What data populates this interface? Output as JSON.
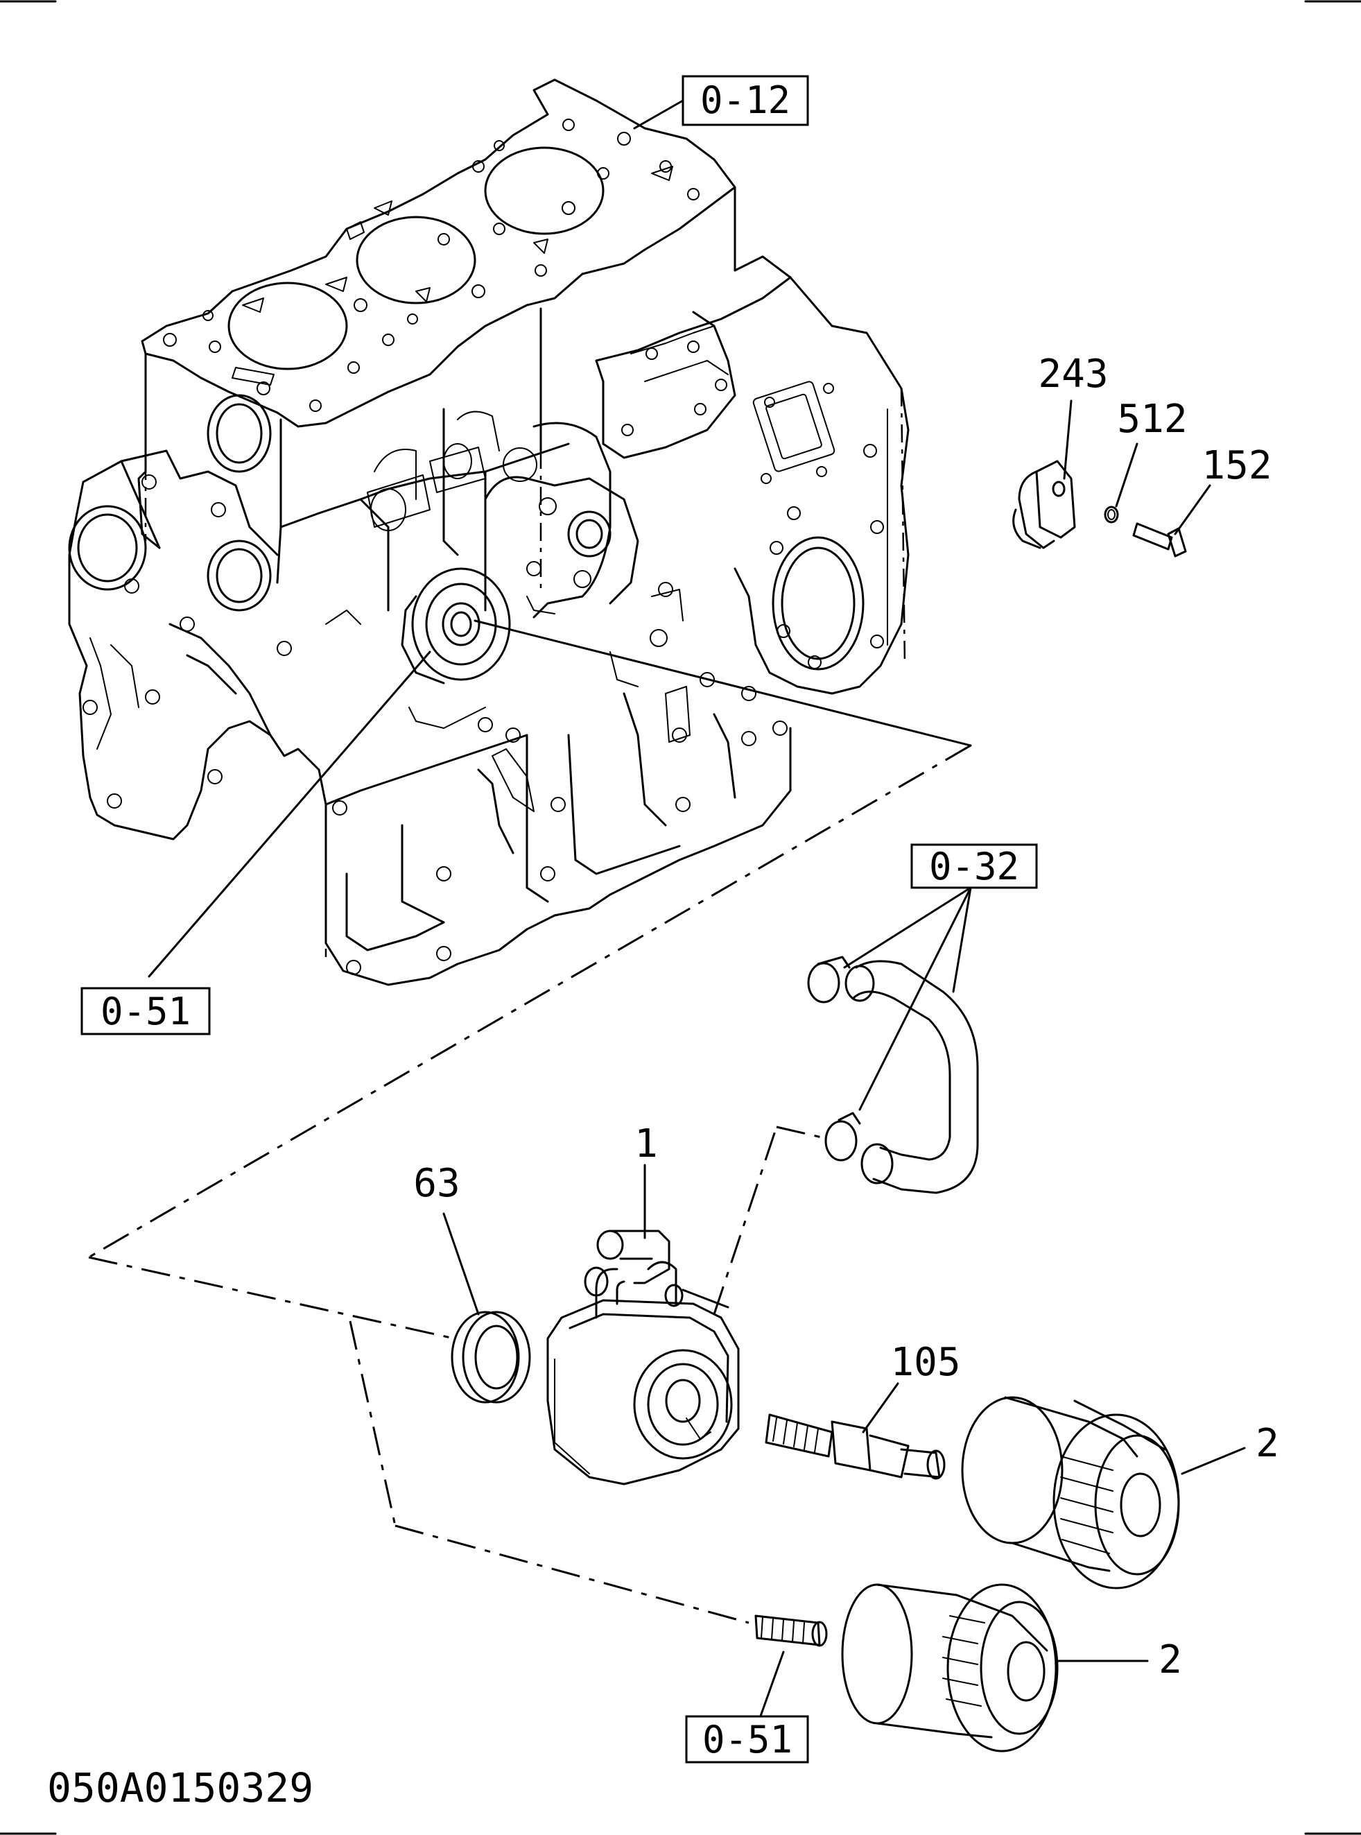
{
  "diagram": {
    "drawing_number": "050A0150329",
    "reference_boxes": {
      "cylinder_head_ref": "0-12",
      "hose_ref": "0-32",
      "block_ref": "0-51",
      "element_ref": "0-51"
    },
    "part_numbers": {
      "clip": "243",
      "washer": "512",
      "bolt": "152",
      "oil_cooler": "1",
      "o_ring": "63",
      "connector": "105",
      "oil_filter_upper": "2",
      "oil_filter_lower": "2"
    }
  }
}
